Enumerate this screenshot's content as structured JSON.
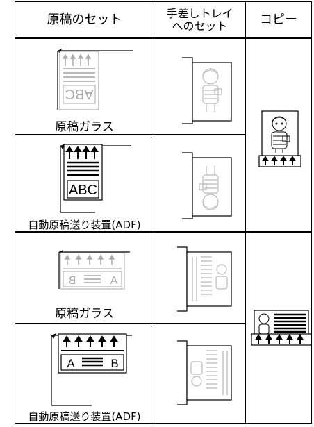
{
  "headers": {
    "original_setting": "原稿のセット",
    "bypass_tray_line1": "手差しトレイ",
    "bypass_tray_line2": "へのセット",
    "copy": "コピー"
  },
  "rows": [
    {
      "caption": "原稿ガラス",
      "doc_text": "ABC"
    },
    {
      "caption": "自動原稿送り装置(ADF)",
      "doc_text": "ABC"
    },
    {
      "caption": "原稿ガラス",
      "doc_left": "A",
      "doc_right": "B"
    },
    {
      "caption": "自動原稿送り装置(ADF)",
      "doc_left": "A",
      "doc_right": "B"
    }
  ]
}
